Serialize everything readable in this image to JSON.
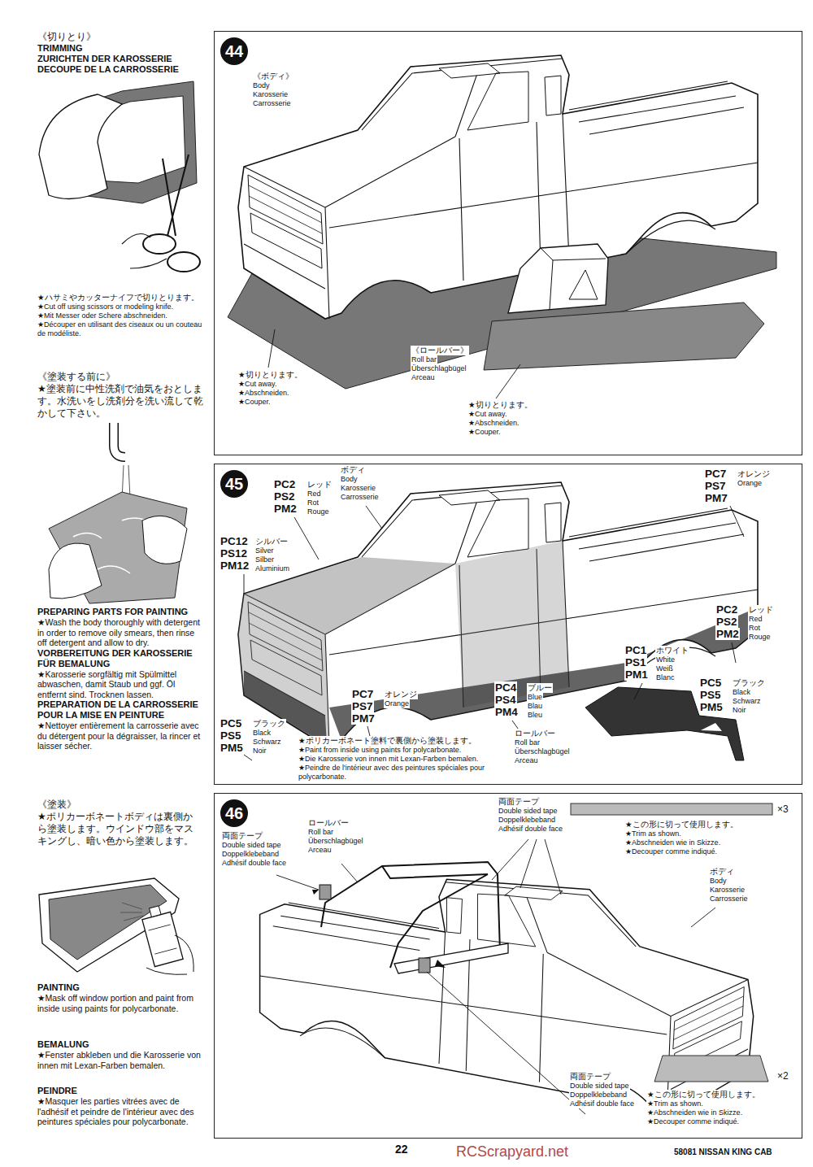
{
  "diagram": {
    "nodes": [
      {
        "text": [
          "44"
        ]
      },
      {
        "text": [
          "45"
        ]
      },
      {
        "text": [
          "46"
        ]
      }
    ],
    "labels": [
      "《切りとり》",
      "TRIMMING",
      "ZURICHTEN DER KAROSSERIE",
      "DECOUPE DE LA CARROSSERIE",
      "★ハサミやカッターナイフで切りとります。",
      "★Cut off using scissors or modeling knife.",
      "★Mit Messer oder Schere abschneiden.",
      "★Découper en utilisant des ciseaux ou un couteau de modéliste.",
      "《塗装する前に》",
      "★塗装前に中性洗剤で油気をおとします。水洗いをし洗剤分を洗い流して乾かして下さい。",
      "PREPARING PARTS FOR PAINTING",
      "★Wash the body thoroughly with detergent in order to remove oily smears, then rinse off detergent and allow to dry.",
      "VORBEREITUNG DER KAROSSERIE FÜR BEMALUNG",
      "★Karosserie sorgfältig mit Spülmittel abwaschen, damit Staub und ggf. Öl entfernt sind. Trocknen lassen.",
      "PREPARATION DE LA CARROSSERIE POUR LA MISE EN PEINTURE",
      "★Nettoyer entièrement la carrosserie avec du détergent pour la dégraisser, la rincer et laisser sécher.",
      "《塗装》",
      "★ポリカーボネートボディは裏側から塗装します。ウインドウ部をマスキングし、暗い色から塗装します。",
      "PAINTING",
      "★Mask off window portion and paint from inside using paints for polycarbonate.",
      "BEMALUNG",
      "★Fenster abkleben und die Karosserie von innen mit Lexan-Farben bemalen.",
      "PEINDRE",
      "★Masquer les parties vitrées avec de l'adhésif et peindre de l'intérieur avec des peintures spéciales pour polycarbonate.",
      "《ボディ》",
      "Body",
      "Karosserie",
      "Carrosserie",
      "★切りとります。",
      "★Cut away.",
      "★Abschneiden.",
      "★Couper.",
      "《ロールバー》",
      "Roll bar",
      "Überschlagbügel",
      "Arceau",
      "★切りとります。",
      "★Cut away.",
      "★Abschneiden.",
      "★Couper.",
      "PC2",
      "PS2",
      "PM2",
      "レッド",
      "Red",
      "Rot",
      "Rouge",
      "ボディ",
      "Body",
      "Karosserie",
      "Carrosserie",
      "PC12",
      "PS12",
      "PM12",
      "シルバー",
      "Silver",
      "Silber",
      "Aluminium",
      "PC7",
      "PS7",
      "PM7",
      "オレンジ",
      "Orange",
      "PC2",
      "PS2",
      "PM2",
      "レッド",
      "Red",
      "Rot",
      "Rouge",
      "PC1",
      "PS1",
      "PM1",
      "ホワイト",
      "White",
      "Weiß",
      "Blanc",
      "PC4",
      "PS4",
      "PM4",
      "ブルー",
      "Blue",
      "Blau",
      "Bleu",
      "PC5",
      "PS5",
      "PM5",
      "ブラック",
      "Black",
      "Schwarz",
      "Noir",
      "PC7",
      "PS7",
      "PM7",
      "オレンジ",
      "Orange",
      "PC5",
      "PS5",
      "PM5",
      "ブラック",
      "Black",
      "Schwarz",
      "Noir",
      "★ポリカーボネート塗料で裏側から塗装します。",
      "★Paint from inside using paints for polycarbonate.",
      "★Die Karosserie von innen mit Lexan-Farben bemalen.",
      "★Peindre de l'intérieur avec des peintures spéciales pour polycarbonate.",
      "ロールバー",
      "Roll bar",
      "Überschlagbügel",
      "Arceau",
      "両面テープ",
      "Double sided tape",
      "Doppelklebeband",
      "Adhésif double face",
      "ロールバー",
      "Roll bar",
      "Überschlagbügel",
      "Arceau",
      "両面テープ",
      "Double sided tape",
      "Doppelklebeband",
      "Adhésif double face",
      "×3",
      "★この形に切って使用します。",
      "★Trim as shown.",
      "★Abschneiden wie in Skizze.",
      "★Decouper comme indiqué.",
      "ボディ",
      "Body",
      "Karosserie",
      "Carrosserie",
      "両面テープ",
      "Double sided tape",
      "Doppelklebeband",
      "Adhésif double face",
      "×2",
      "★この形に切って使用します。",
      "★Trim as shown.",
      "★Abschneiden wie in Skizze.",
      "★Decouper comme indiqué.",
      "22",
      "58081 NISSAN KING CAB",
      "RCScrapyard.net"
    ]
  }
}
